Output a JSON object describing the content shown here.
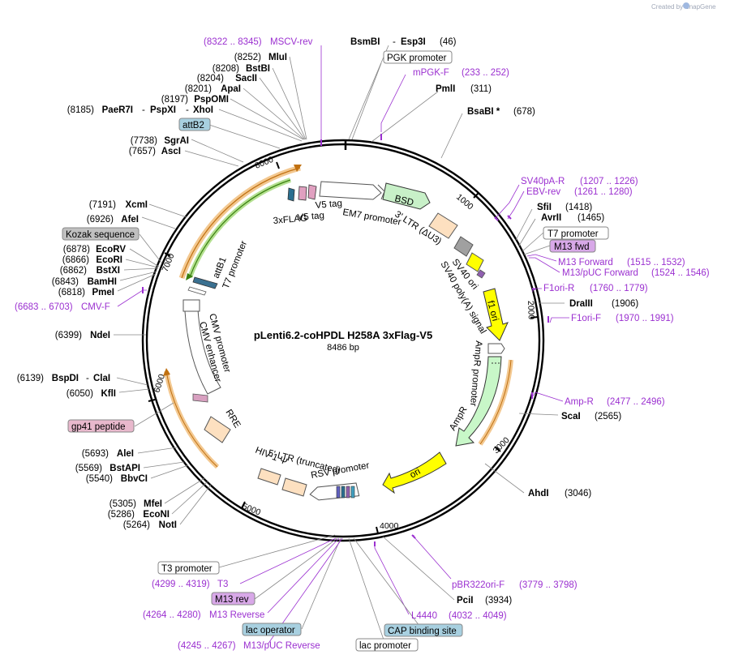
{
  "title": "pLenti6.2-coHPDL H258A 3xFlag-V5",
  "length_label": "8486 bp",
  "credit": "Created by SnapGene",
  "ticks": [
    "1000",
    "2000",
    "3000",
    "4000",
    "5000",
    "6000",
    "7000",
    "8000"
  ],
  "enzymes_top": [
    {
      "a": "BsmBI",
      "b": "Esp3I",
      "pos": "(46)"
    },
    {
      "a": "PmlI",
      "pos": "(311)"
    },
    {
      "a": "BsaBI *",
      "pos": "(678)"
    }
  ],
  "enzymes_right": [
    {
      "a": "SfiI",
      "pos": "(1418)"
    },
    {
      "a": "AvrII",
      "pos": "(1465)"
    },
    {
      "a": "DraIII",
      "pos": "(1906)"
    },
    {
      "a": "ScaI",
      "pos": "(2565)"
    },
    {
      "a": "AhdI",
      "pos": "(3046)"
    },
    {
      "a": "PciI",
      "pos": "(3934)"
    }
  ],
  "enzymes_left": [
    {
      "pos": "(8252)",
      "a": "MluI"
    },
    {
      "pos": "(8208)",
      "a": "BstBI"
    },
    {
      "pos": "(8204)",
      "a": "SacII"
    },
    {
      "pos": "(8201)",
      "a": "ApaI"
    },
    {
      "pos": "(8197)",
      "a": "PspOMI"
    },
    {
      "pos": "(8185)",
      "a": "PaeR7I",
      "b": "PspXI",
      "c": "XhoI"
    },
    {
      "pos": "(7738)",
      "a": "SgrAI"
    },
    {
      "pos": "(7657)",
      "a": "AscI"
    },
    {
      "pos": "(7191)",
      "a": "XcmI"
    },
    {
      "pos": "(6926)",
      "a": "AfeI"
    },
    {
      "pos": "(6878)",
      "a": "EcoRV"
    },
    {
      "pos": "(6866)",
      "a": "EcoRI"
    },
    {
      "pos": "(6862)",
      "a": "BstXI"
    },
    {
      "pos": "(6843)",
      "a": "BamHI"
    },
    {
      "pos": "(6818)",
      "a": "PmeI"
    },
    {
      "pos": "(6399)",
      "a": "NdeI"
    },
    {
      "pos": "(6139)",
      "a": "BspDI",
      "b": "ClaI"
    },
    {
      "pos": "(6050)",
      "a": "KflI"
    },
    {
      "pos": "(5693)",
      "a": "AleI"
    },
    {
      "pos": "(5569)",
      "a": "BstAPI"
    },
    {
      "pos": "(5540)",
      "a": "BbvCI"
    },
    {
      "pos": "(5305)",
      "a": "MfeI"
    },
    {
      "pos": "(5286)",
      "a": "EcoNI"
    },
    {
      "pos": "(5264)",
      "a": "NotI"
    }
  ],
  "primers": [
    {
      "range": "(8322 .. 8345)",
      "name": "MSCV-rev"
    },
    {
      "range": "(233 .. 252)",
      "name": "mPGK-F"
    },
    {
      "range": "(1207 .. 1226)",
      "name": "SV40pA-R"
    },
    {
      "range": "(1261 .. 1280)",
      "name": "EBV-rev"
    },
    {
      "range": "(1515 .. 1532)",
      "name": "M13 Forward"
    },
    {
      "range": "(1524 .. 1546)",
      "name": "M13/pUC Forward"
    },
    {
      "range": "(1760 .. 1779)",
      "name": "F1ori-R"
    },
    {
      "range": "(1970 .. 1991)",
      "name": "F1ori-F"
    },
    {
      "range": "(2477 .. 2496)",
      "name": "Amp-R"
    },
    {
      "range": "(3779 .. 3798)",
      "name": "pBR322ori-F"
    },
    {
      "range": "(4032 .. 4049)",
      "name": "L4440"
    },
    {
      "range": "(6683 .. 6703)",
      "name": "CMV-F"
    },
    {
      "range": "(4299 .. 4319)",
      "name": "T3"
    },
    {
      "range": "(4264 .. 4280)",
      "name": "M13 Reverse"
    },
    {
      "range": "(4245 .. 4267)",
      "name": "M13/pUC Reverse"
    }
  ],
  "boxed": {
    "pgk": "PGK promoter",
    "t7": "T7 promoter",
    "m13fwd": "M13 fwd",
    "attb2": "attB2",
    "kozak": "Kozak sequence",
    "gp41": "gp41 peptide",
    "t3": "T3 promoter",
    "m13rev": "M13 rev",
    "lacop": "lac operator",
    "cap": "CAP binding site",
    "lacprom": "lac promoter"
  },
  "features": {
    "v5a": "V5 tag",
    "v5b": "V5 tag",
    "flag": "3xFLAG",
    "em7": "EM7 promoter",
    "bsd": "BSD",
    "ltr3": "3' LTR (ΔU3)",
    "sv40ori": "SV40 ori",
    "sv40pa": "SV40 poly(A) signal",
    "f1": "f1 ori",
    "amppromoter": "AmpR promoter",
    "ampr": "AmpR",
    "ori": "ori",
    "rsv": "RSV promoter",
    "ltr5": "5' LTR (truncated)",
    "hiv": "HIV-1 Ψ",
    "rre": "RRE",
    "cmvprom": "CMV promoter",
    "cmvenh": "CMV enhancer",
    "t7prom": "T7 promoter",
    "attb1": "attB1"
  },
  "colors": {
    "primer": "#9b30d0",
    "bsd": "#c8f0c8",
    "yellow": "#ffff00",
    "tan": "#fde0c0",
    "grey": "#a0a0a0",
    "ampr": "#c8f7c8",
    "orange": "#f0a040",
    "green": "#50a020"
  }
}
